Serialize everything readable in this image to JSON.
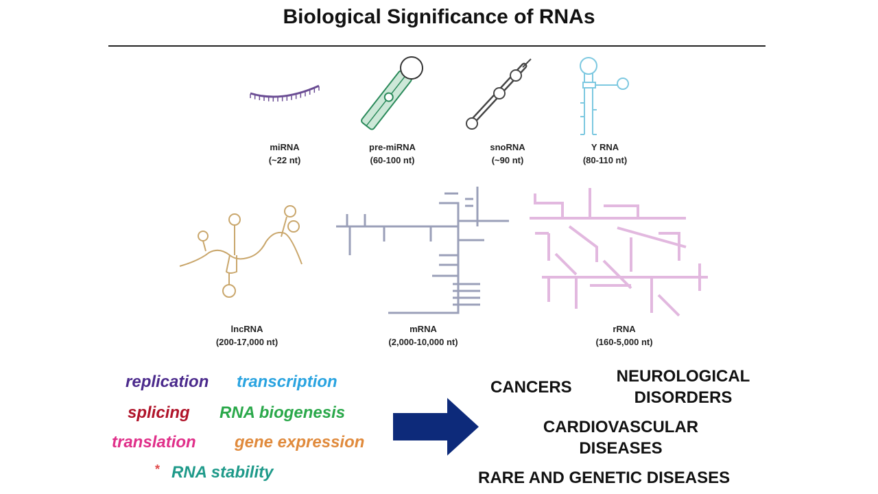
{
  "title": "Biological Significance of RNAs",
  "rnas": {
    "mirna": {
      "name": "miRNA",
      "size": "(~22 nt)",
      "color": "#6a4c93"
    },
    "premirna": {
      "name": "pre-miRNA",
      "size": "(60-100 nt)",
      "color": "#2a8a5a"
    },
    "snorna": {
      "name": "snoRNA",
      "size": "(~90 nt)",
      "color": "#444444"
    },
    "yrna": {
      "name": "Y RNA",
      "size": "(80-110 nt)",
      "color": "#7cc8e0"
    },
    "lncrna": {
      "name": "lncRNA",
      "size": "(200-17,000 nt)",
      "color": "#c9a66b"
    },
    "mrna": {
      "name": "mRNA",
      "size": "(2,000-10,000 nt)",
      "color": "#9a9fb8"
    },
    "rrna": {
      "name": "rRNA",
      "size": "(160-5,000 nt)",
      "color": "#e2b8df"
    }
  },
  "functions": {
    "replication": {
      "text": "replication",
      "color": "#4b2a8c"
    },
    "transcription": {
      "text": "transcription",
      "color": "#29a3e0"
    },
    "splicing": {
      "text": "splicing",
      "color": "#b0142a"
    },
    "biogenesis": {
      "text": "RNA biogenesis",
      "color": "#2aa84a"
    },
    "translation": {
      "text": "translation",
      "color": "#e0308a"
    },
    "expression": {
      "text": "gene expression",
      "color": "#e08a3c"
    },
    "stability_mark": {
      "text": "*",
      "color": "#e04a4a"
    },
    "stability": {
      "text": "RNA stability",
      "color": "#1f9a8a"
    }
  },
  "arrow_color": "#0d2a7a",
  "diseases": {
    "cancers": "CANCERS",
    "neuro_line1": "NEUROLOGICAL",
    "neuro_line2": "DISORDERS",
    "cardio_line1": "CARDIOVASCULAR",
    "cardio_line2": "DISEASES",
    "rare": "RARE AND GENETIC DISEASES"
  }
}
